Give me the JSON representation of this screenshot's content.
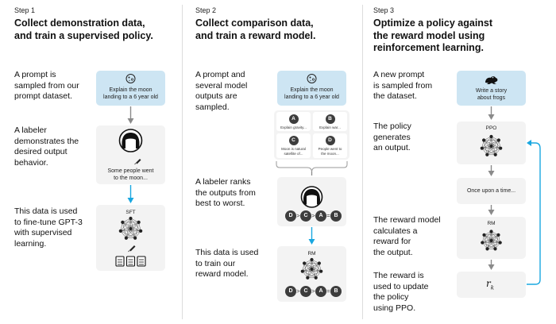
{
  "colors": {
    "arrow_blue": "#19a7e0",
    "arrow_gray": "#8a8a8a",
    "card": "#f3f3f3",
    "prompt_card": "#cde5f3",
    "token": "#3d3d3d"
  },
  "step1": {
    "step_label": "Step 1",
    "title_line1": "Collect demonstration data,",
    "title_line2": "and train a supervised policy.",
    "desc1": [
      "A prompt is",
      "sampled from our",
      "prompt dataset."
    ],
    "desc2": [
      "A labeler",
      "demonstrates the",
      "desired output",
      "behavior."
    ],
    "desc3": [
      "This data is used",
      "to fine-tune GPT-3",
      "with supervised",
      "learning."
    ],
    "prompt_card": {
      "icon": "moon-icon",
      "line1": "Explain the moon",
      "line2": "landing to a 6 year old"
    },
    "labeler_card": {
      "icon": "labeler-avatar-icon",
      "line1": "Some people went",
      "line2": "to the moon..."
    },
    "model_card": {
      "label": "SFT",
      "icon": "neural-network-icon"
    }
  },
  "step2": {
    "step_label": "Step 2",
    "title_line1": "Collect comparison data,",
    "title_line2": "and train a reward model.",
    "desc1": [
      "A prompt and",
      "several model",
      "outputs are",
      "sampled."
    ],
    "desc2": [
      "A labeler ranks",
      "the outputs from",
      "best to worst."
    ],
    "desc3": [
      "This data is used",
      "to train our",
      "reward model."
    ],
    "prompt_card": {
      "icon": "moon-icon",
      "line1": "Explain the moon",
      "line2": "landing to a 6 year old"
    },
    "outputs": [
      {
        "letter": "A",
        "line1": "Explain gravity...",
        "line2": ""
      },
      {
        "letter": "B",
        "line1": "Explain war...",
        "line2": ""
      },
      {
        "letter": "C",
        "line1": "Moon is natural",
        "line2": "satellite of..."
      },
      {
        "letter": "D",
        "line1": "People went to",
        "line2": "the moon..."
      }
    ],
    "ranking": [
      "D",
      ">",
      "C",
      ">",
      "A",
      "=",
      "B"
    ],
    "rm_card": {
      "label": "RM",
      "icon": "neural-network-icon"
    },
    "rm_ranking": [
      "D",
      ">",
      "C",
      ">",
      "A",
      "=",
      "B"
    ]
  },
  "step3": {
    "step_label": "Step 3",
    "title_line1": "Optimize a policy against",
    "title_line2": "the reward model using",
    "title_line3": "reinforcement learning.",
    "desc1": [
      "A new prompt",
      "is sampled from",
      "the dataset."
    ],
    "desc2": [
      "The policy",
      "generates",
      "an output."
    ],
    "desc3": [
      "The reward model",
      "calculates a",
      "reward for",
      "the output."
    ],
    "desc4": [
      "The reward is",
      "used to update",
      "the policy",
      "using PPO."
    ],
    "prompt_card": {
      "icon": "frog-icon",
      "line1": "Write a story",
      "line2": "about frogs"
    },
    "ppo_card": {
      "label": "PPO",
      "icon": "neural-network-icon"
    },
    "output_card": {
      "text": "Once upon a time..."
    },
    "rm_card": {
      "label": "RM",
      "icon": "neural-network-icon"
    },
    "reward_card": {
      "symbol": "r",
      "subscript": "k"
    }
  }
}
